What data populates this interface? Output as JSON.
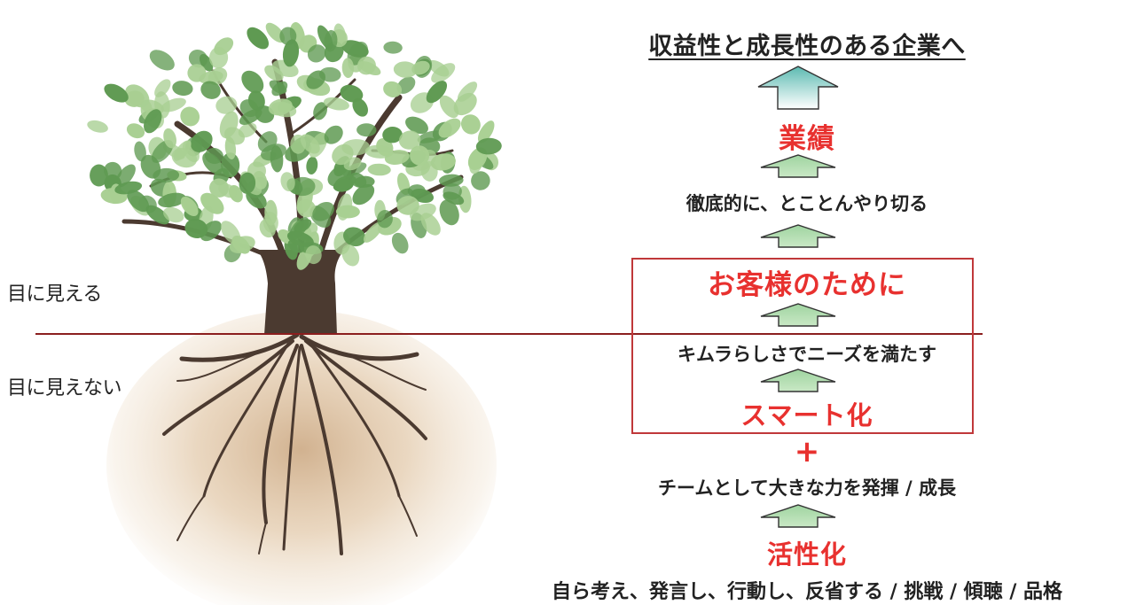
{
  "labels": {
    "visible": "目に見える",
    "invisible": "目に見えない"
  },
  "flow": {
    "title": "収益性と成長性のある企業へ",
    "performance": "業績",
    "thorough": "徹底的に、とことんやり切る",
    "for_customers": "お客様のために",
    "needs": "キムラらしさでニーズを満たす",
    "smart": "スマート化",
    "plus": "+",
    "team": "チームとして大きな力を発揮 / 成長",
    "activation": "活性化",
    "actions": "自ら考え、発言し、行動し、反省する / 挑戦 / 傾聴 / 品格"
  },
  "colors": {
    "accent_red": "#e8312f",
    "box_border": "#c0383a",
    "ground_line": "#8b1e1e",
    "arrow_green": "#a9d8a8",
    "arrow_teal": "#62c0b8",
    "trunk": "#4b3a30",
    "leaf_dark": "#5f9a52",
    "leaf_light": "#a8cf92",
    "soil": "#e8d3b6"
  },
  "icons": {
    "tree": "tree-illustration",
    "arrow": "up-arrow-icon"
  }
}
